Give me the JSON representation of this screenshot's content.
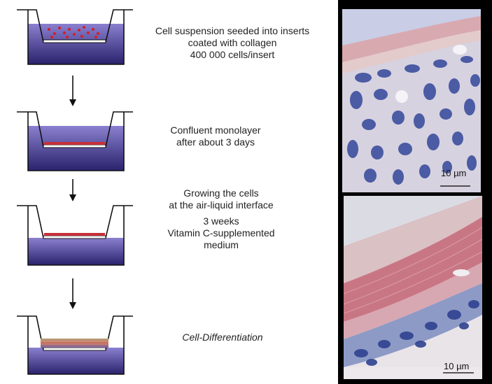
{
  "steps": [
    {
      "lines": [
        "Cell suspension seeded into inserts",
        "coated with collagen",
        "400 000 cells/insert"
      ]
    },
    {
      "lines": [
        "Confluent monolayer",
        "after about 3 days"
      ]
    },
    {
      "lines": [
        "Growing the cells",
        "at the air-liquid interface"
      ],
      "sub_lines": [
        "3 weeks",
        "Vitamin C-supplemented",
        "medium"
      ]
    },
    {
      "lines": [
        "Cell-Differentiation"
      ]
    }
  ],
  "micrographs": [
    {
      "scale_label": "10 µm"
    },
    {
      "scale_label": "10 µm"
    }
  ],
  "colors": {
    "medium_top": "#7b70c2",
    "medium_bottom": "#2c2470",
    "cells": "#d0202a",
    "tissue_stain_blue": "#3c4f9e",
    "tissue_stain_pink": "#c96a78"
  }
}
